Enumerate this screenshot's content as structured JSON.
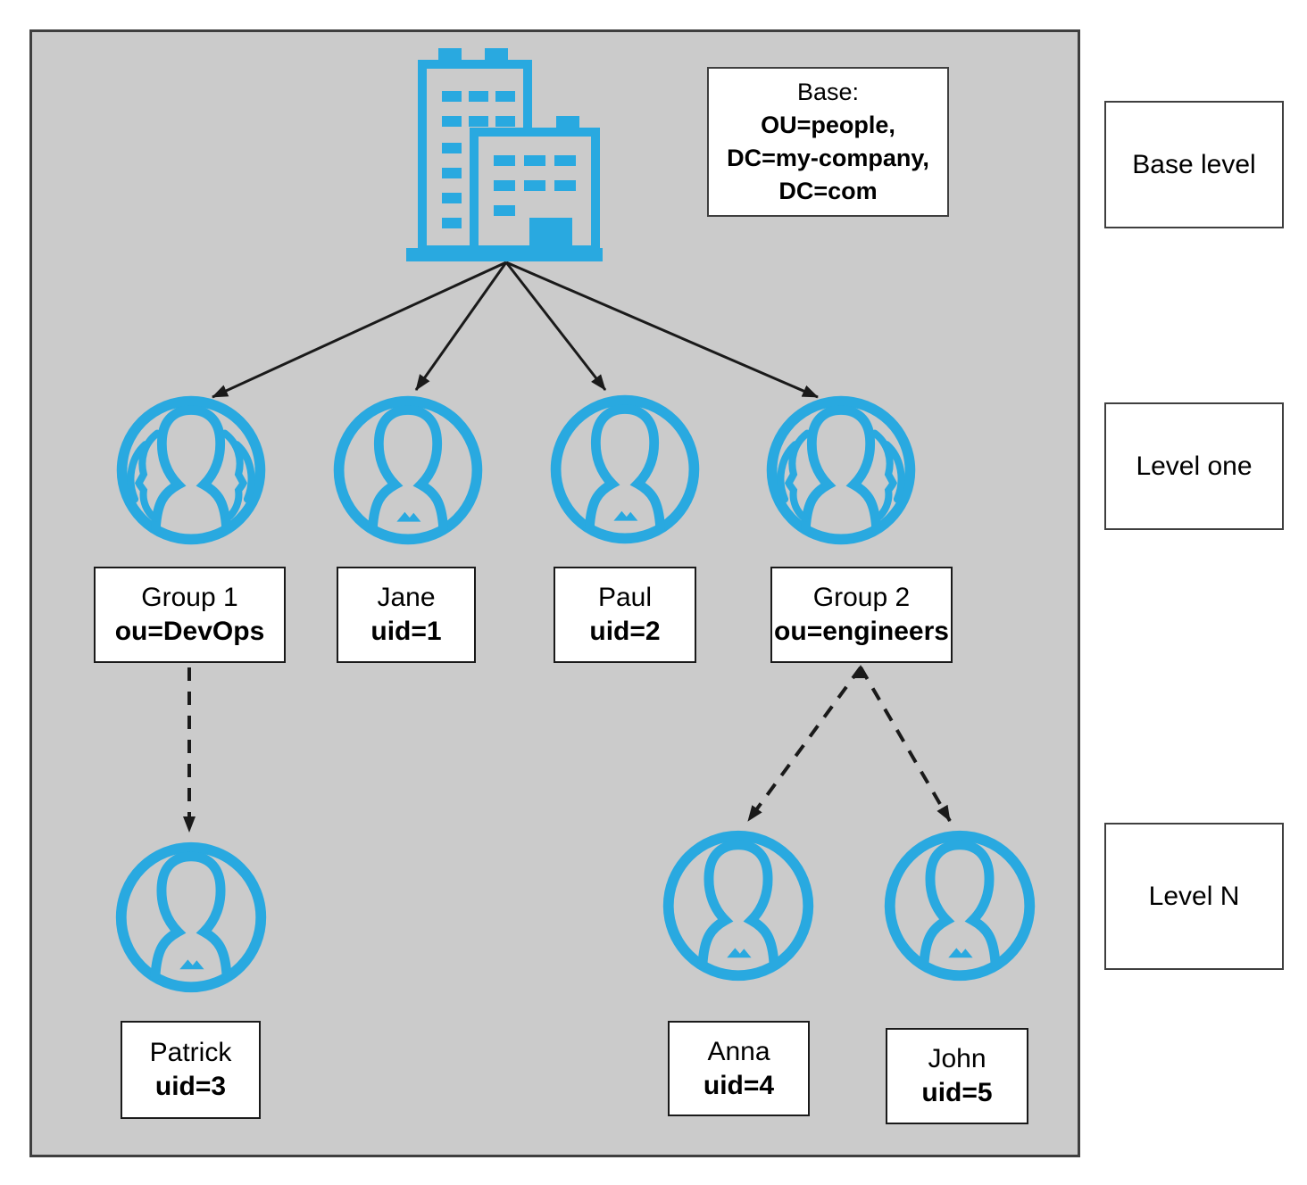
{
  "base_node": {
    "line1": "Base:",
    "line2": "OU=people,",
    "line3": "DC=my-company,",
    "line4": "DC=com"
  },
  "level_markers": {
    "base": "Base level",
    "one": "Level one",
    "n": "Level N"
  },
  "level_one_nodes": [
    {
      "name": "Group 1",
      "dn": "ou=DevOps",
      "icon": "group-icon"
    },
    {
      "name": "Jane",
      "dn": "uid=1",
      "icon": "user-icon"
    },
    {
      "name": "Paul",
      "dn": "uid=2",
      "icon": "user-icon"
    },
    {
      "name": "Group 2",
      "dn": "ou=engineers",
      "icon": "group-icon"
    }
  ],
  "level_n_nodes": [
    {
      "name": "Patrick",
      "dn": "uid=3",
      "icon": "user-icon"
    },
    {
      "name": "Anna",
      "dn": "uid=4",
      "icon": "user-icon"
    },
    {
      "name": "John",
      "dn": "uid=5",
      "icon": "user-icon"
    }
  ],
  "colors": {
    "icon_blue": "#29A9E0",
    "panel_gray": "#CBCBCB",
    "box_border": "#1A1A1A",
    "arrow_black": "#1A1A1A"
  }
}
